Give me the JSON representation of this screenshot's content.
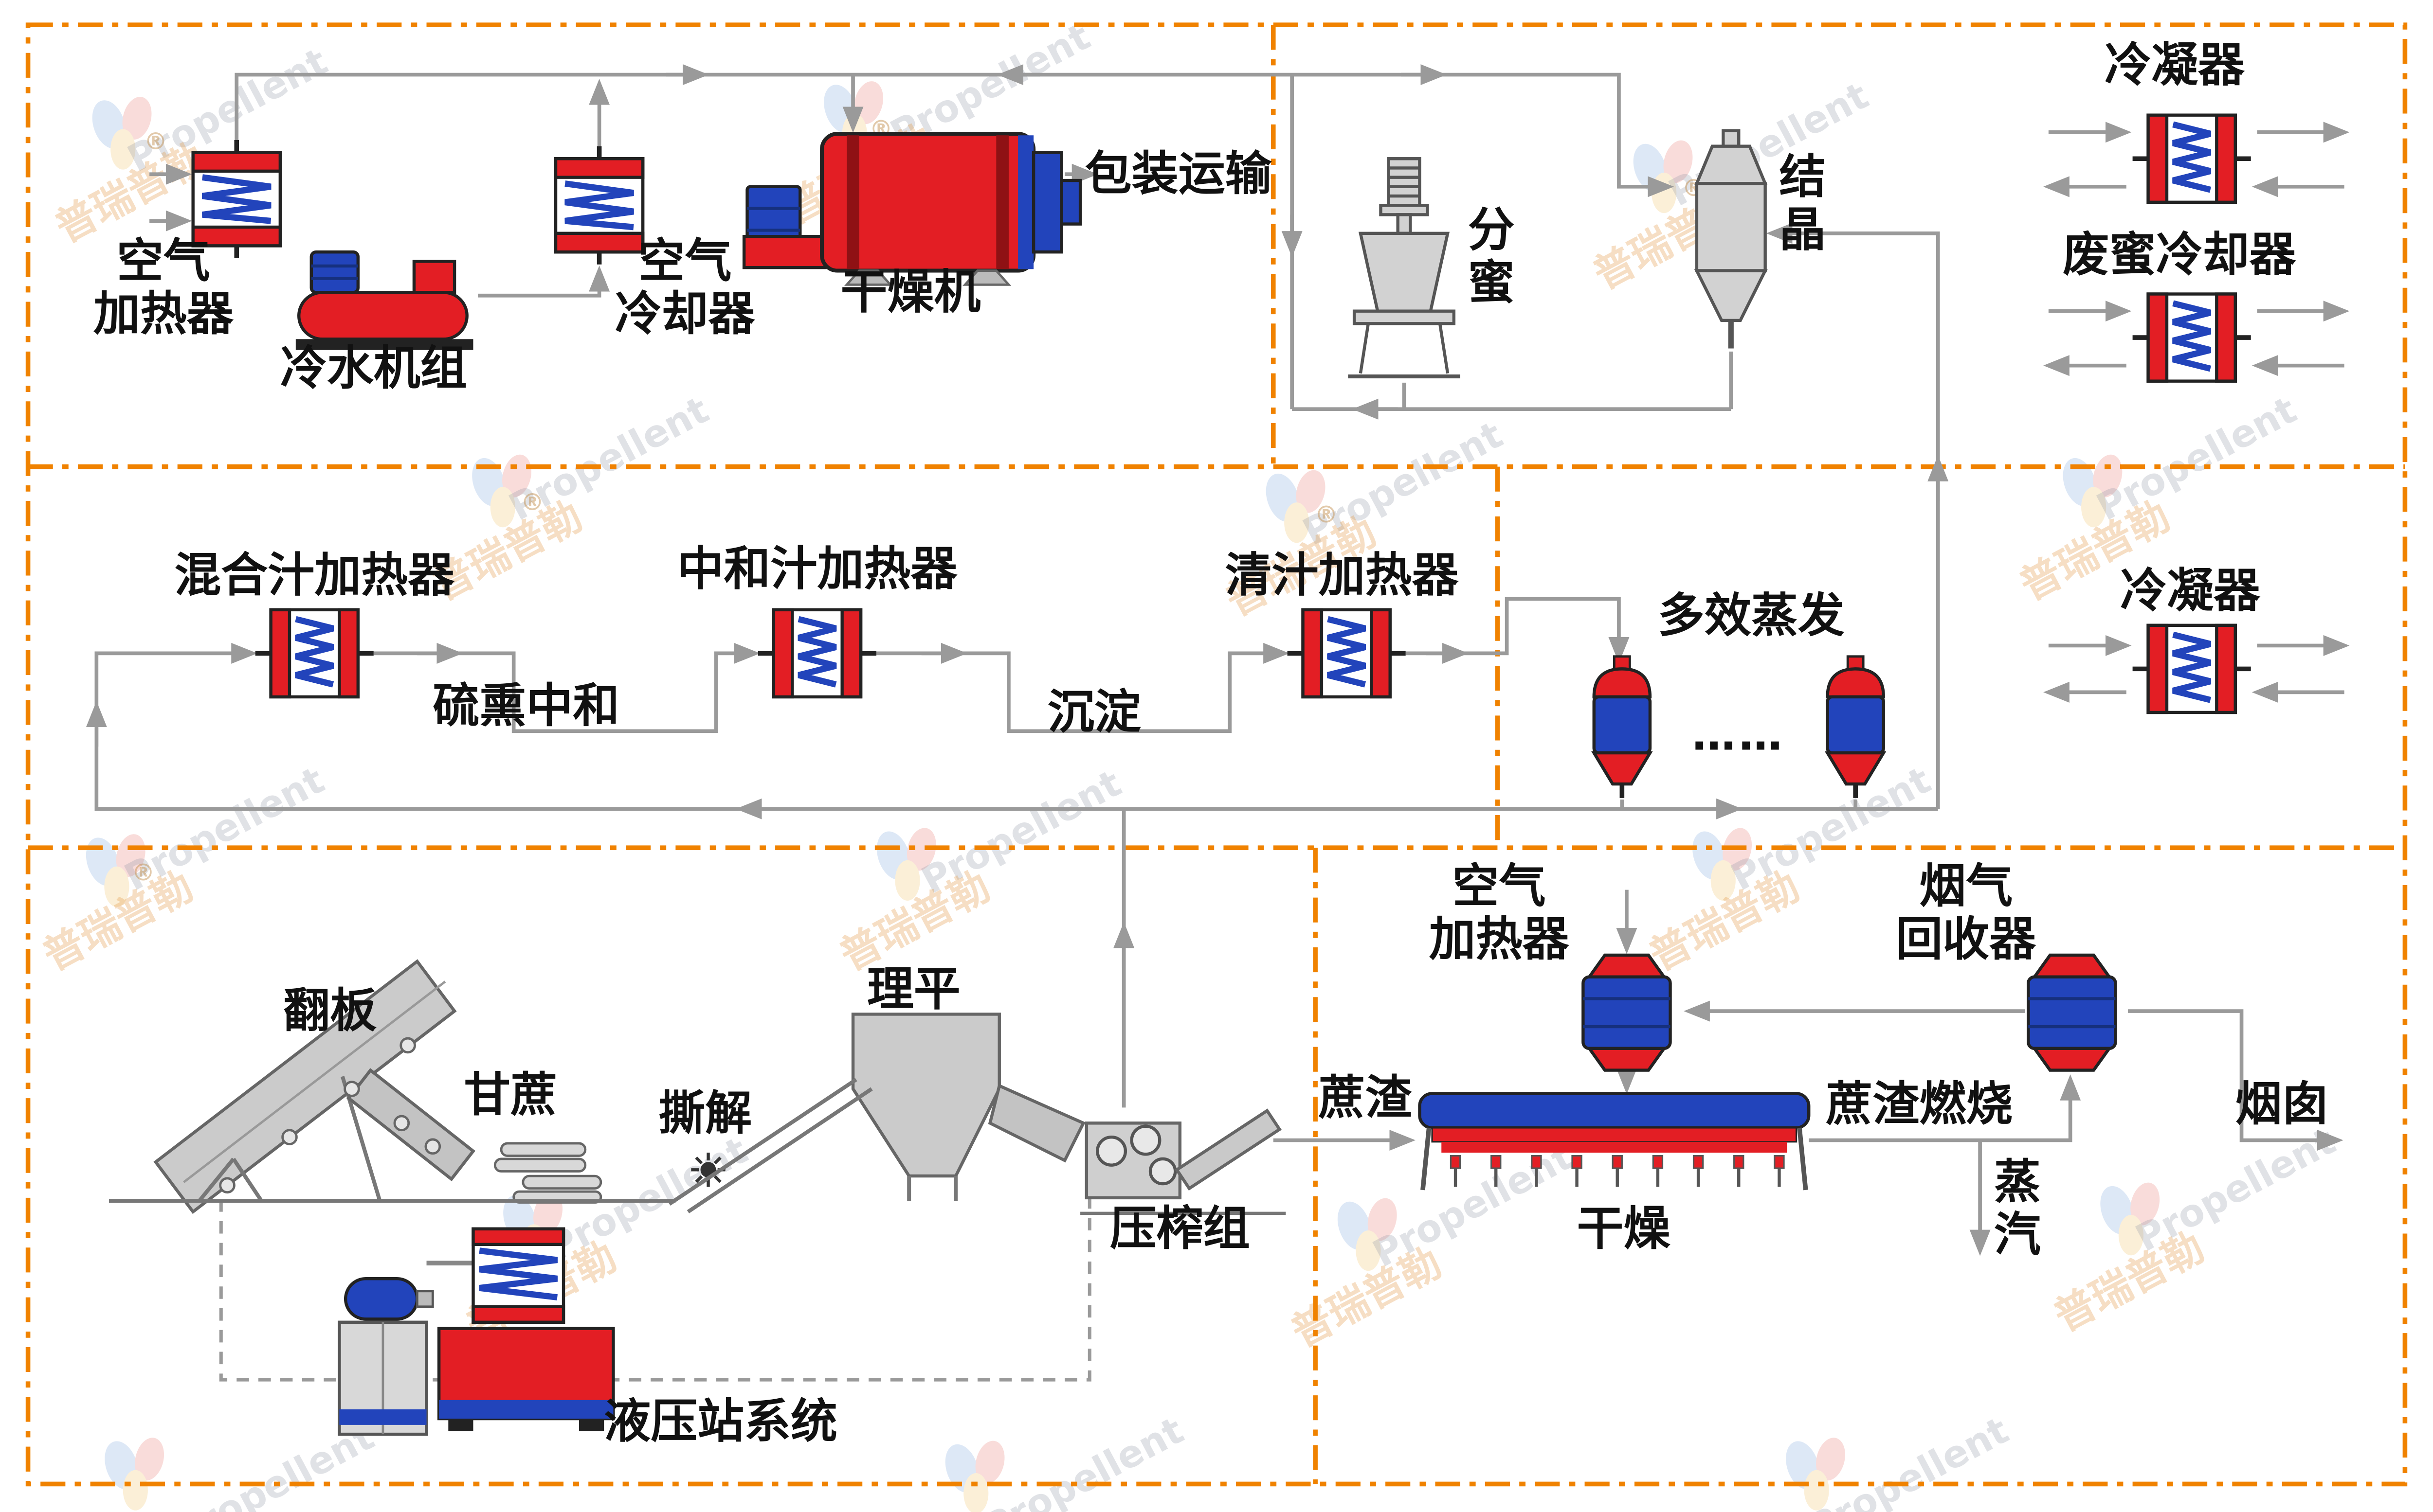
{
  "watermark": {
    "en": "Propellent",
    "cn": "普瑞普勒",
    "reg": "®"
  },
  "palette": {
    "section_border": "#F08200",
    "pipe_line": "#9A9A9A",
    "equipment_red": "#E31E24",
    "equipment_blue": "#2244BB",
    "equipment_gray": "#D2D2D2",
    "text": "#111111"
  },
  "labels": {
    "air_heater_top": [
      "空气",
      "加热器"
    ],
    "chiller": "冷水机组",
    "air_cooler": [
      "空气",
      "冷却器"
    ],
    "dryer": "干燥机",
    "packing": "包装运输",
    "separator": [
      "分",
      "蜜"
    ],
    "crystallizer": [
      "结",
      "晶"
    ],
    "condenser_top": "冷凝器",
    "molasses_cooler": "废蜜冷却器",
    "mixed_juice_heater": "混合汁加热器",
    "sulfitation": "硫熏中和",
    "neutral_juice_heater": "中和汁加热器",
    "sedimentation": "沉淀",
    "clear_juice_heater": "清汁加热器",
    "multi_effect_evaporation": "多效蒸发",
    "evap_ellipsis": "……",
    "condenser_mid": "冷凝器",
    "flip_plate": "翻板",
    "sugarcane": "甘蔗",
    "shredding": "撕解",
    "leveling": "理平",
    "press_group": "压榨组",
    "hydraulic_station": "液压站系统",
    "bagasse": "蔗渣",
    "air_heater_bottom": [
      "空气",
      "加热器"
    ],
    "flue_gas_recovery": [
      "烟气",
      "回收器"
    ],
    "bagasse_burning": "蔗渣燃烧",
    "chimney": "烟囱",
    "steam": [
      "蒸",
      "汽"
    ],
    "drying": "干燥"
  }
}
